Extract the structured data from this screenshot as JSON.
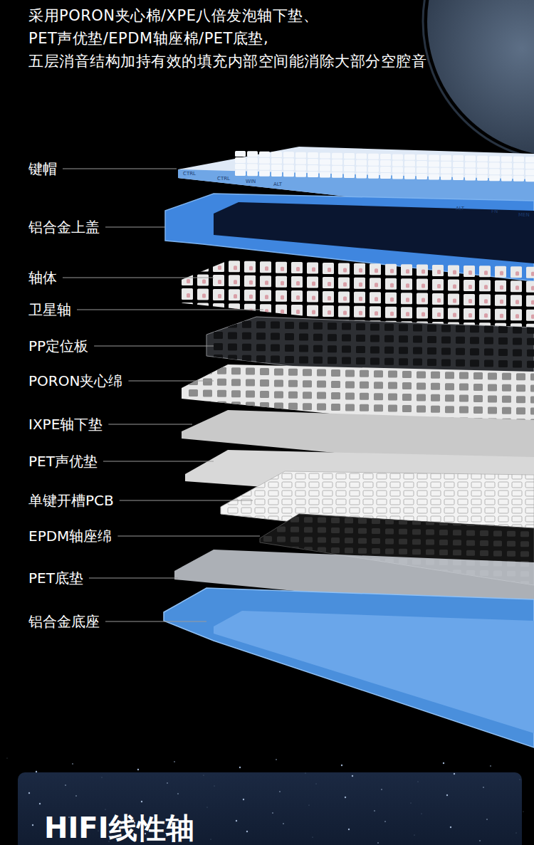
{
  "diagram": {
    "title": "采用PORON夹心棉/XPE八倍发泡轴下垫、 PET声优垫/EPDM轴座棉/PET底垫, 五层消音结构加持有效的填充内部空间能消除大部分空腔音",
    "labels": [
      "键帽",
      "铝合金上盖",
      "轴体",
      "卫星轴",
      "PP定位板",
      "PORON夹心绵",
      "IXPE轴下垫",
      "PET声优垫",
      "单键开槽PCB",
      "EPDM轴座绵",
      "PET底垫",
      "铝合金底座",
      "CTRL",
      "CTRL",
      "WIN",
      "ALT",
      "ALT",
      "FN",
      "MEN",
      "HIFI线性轴"
    ]
  }
}
